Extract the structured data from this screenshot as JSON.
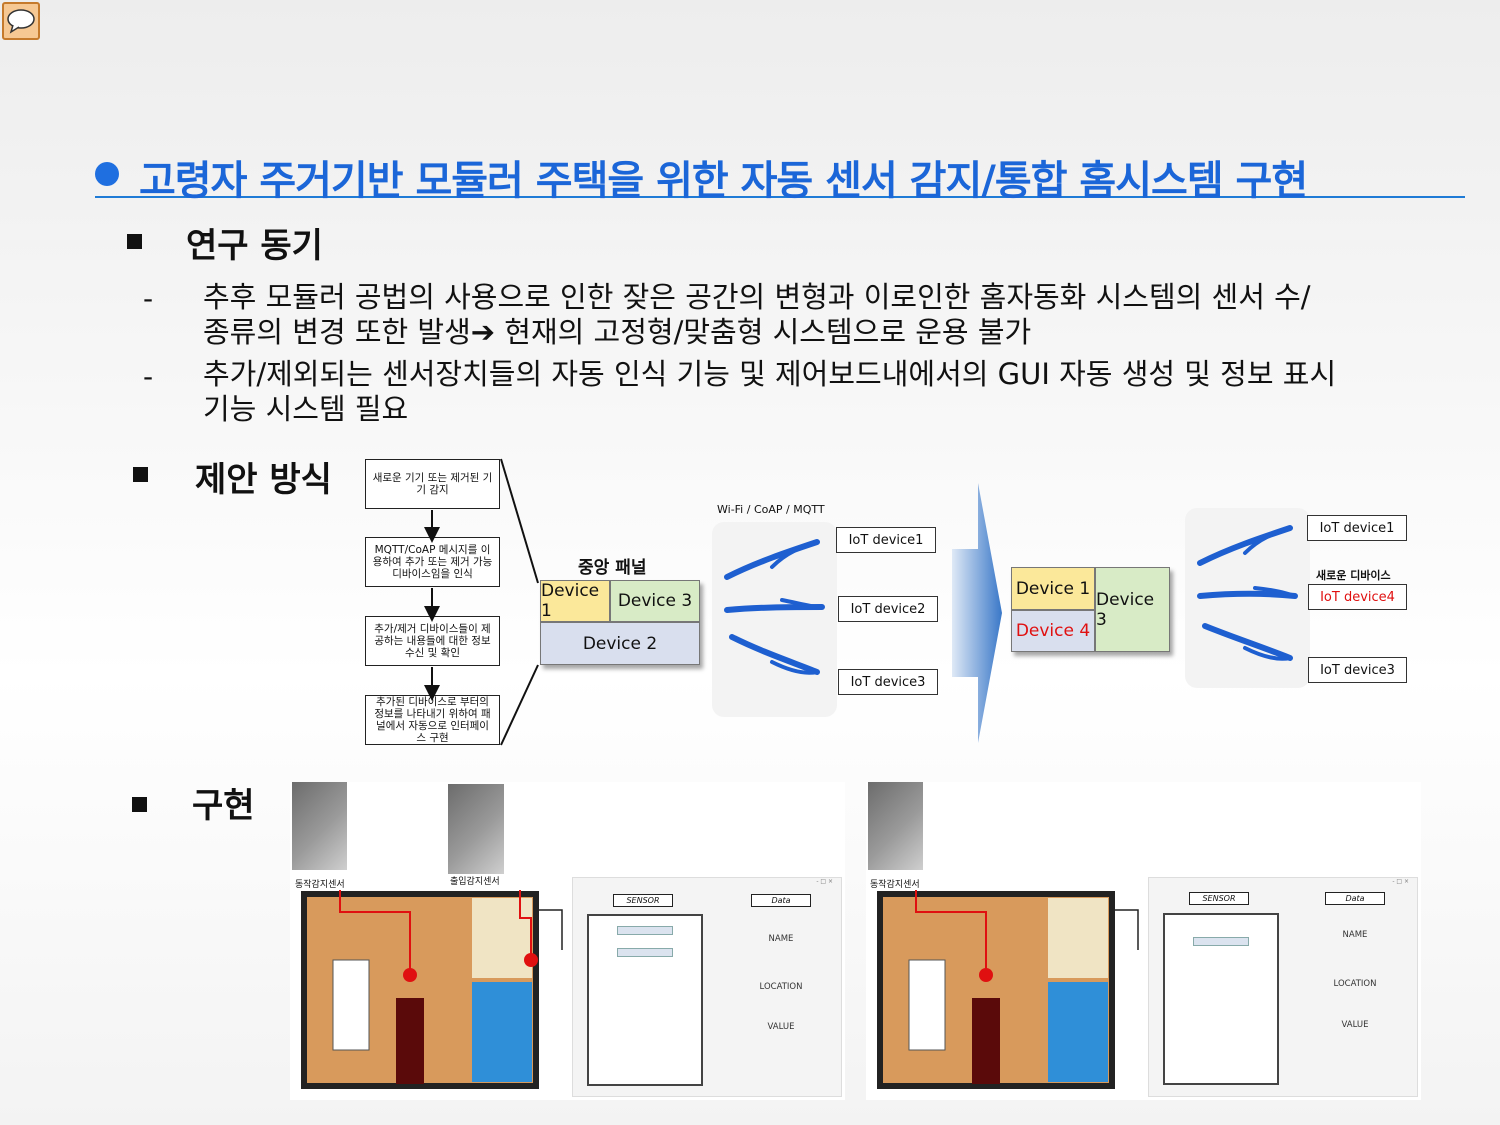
{
  "title": "고령자 주거기반 모듈러 주택을 위한 자동 센서 감지/통합 홈시스템 구현",
  "sections": {
    "motivation": {
      "heading": "연구 동기",
      "dash": "-",
      "items": [
        {
          "line1": "추후 모듈러 공법의 사용으로 인한 잦은 공간의 변형과 이로인한 홈자동화 시스템의 센서 수/",
          "line2": "종류의 변경 또한 발생➔ 현재의 고정형/맞춤형 시스템으로 운용 불가"
        },
        {
          "line1": "추가/제외되는 센서장치들의 자동 인식 기능 및 제어보드내에서의 GUI 자동 생성 및 정보 표시",
          "line2": "기능 시스템 필요"
        }
      ]
    },
    "proposal": {
      "heading": "제안 방식",
      "flow": [
        "새로운 기기 또는 제거된 기기 감지",
        "MQTT/CoAP 메시지를 이용하여 추가 또는 제거 가능 디바이스임을 인식",
        "추가/제거 디바이스들이 제공하는 내용들에 대한 정보 수신 및 확인",
        "추가된 디바이스로 부터의 정보를 나타내기 위하여 패널에서 자동으로 인터페이스 구현"
      ],
      "central_panel_label": "중앙 패널",
      "panel_before": {
        "d1": "Device 1",
        "d3": "Device 3",
        "d2": "Device 2"
      },
      "protocol_label": "Wi-Fi / CoAP / MQTT",
      "iot_before": [
        "IoT device1",
        "IoT device2",
        "IoT device3"
      ],
      "panel_after": {
        "d1": "Device 1",
        "d4": "Device 4",
        "d3": "Device 3"
      },
      "new_device_label": "새로운 디바이스",
      "iot_after": [
        "IoT device1",
        "IoT device4",
        "IoT device3"
      ],
      "new_device_color": "#e01010"
    },
    "implementation": {
      "heading": "구현",
      "sensor_labels_left": [
        "동작감지센서",
        "출입감지센서"
      ],
      "sensor_labels_right": [
        "동작감지센서"
      ],
      "ui_left": {
        "tag1": "SENSOR",
        "tag2": "Data",
        "f1": "NAME",
        "f2": "LOCATION",
        "f3": "VALUE",
        "win": "- □ ×"
      },
      "ui_right": {
        "tag1": "SENSOR",
        "tag2": "Data",
        "f1": "NAME",
        "f2": "LOCATION",
        "f3": "VALUE",
        "win": "- □ ×"
      }
    }
  },
  "colors": {
    "title": "#1b66d8",
    "accent": "#1f6fe0",
    "device_yellow": "#fbe89a",
    "device_green": "#d8ebc6",
    "device_lavender": "#d9dfee"
  }
}
